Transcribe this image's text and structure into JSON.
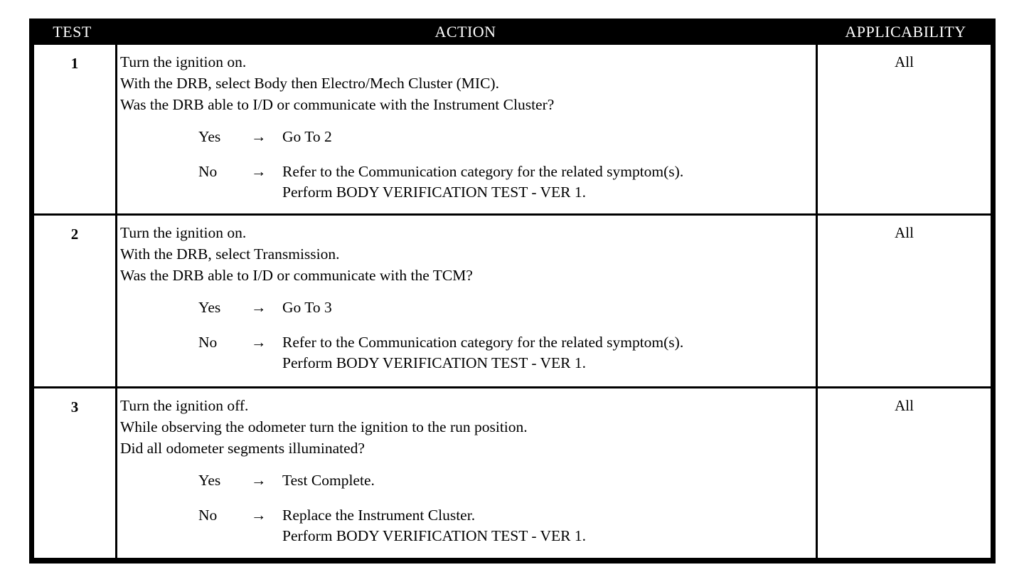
{
  "table": {
    "headers": {
      "test": "TEST",
      "action": "ACTION",
      "applicability": "APPLICABILITY"
    },
    "rows": [
      {
        "test": "1",
        "applicability": "All",
        "statements": [
          "Turn the ignition on.",
          "With the DRB, select Body then Electro/Mech Cluster (MIC).",
          "Was the DRB able to I/D or communicate with the Instrument Cluster?"
        ],
        "branches": [
          {
            "label": "Yes",
            "arrow": "→",
            "lines": [
              "Go To   2"
            ]
          },
          {
            "label": "No",
            "arrow": "→",
            "lines": [
              "Refer to the Communication category for the related symptom(s).",
              "Perform BODY VERIFICATION TEST - VER 1."
            ]
          }
        ]
      },
      {
        "test": "2",
        "applicability": "All",
        "statements": [
          "Turn the ignition on.",
          "With the DRB, select Transmission.",
          "Was the DRB able to I/D or communicate with the TCM?"
        ],
        "branches": [
          {
            "label": "Yes",
            "arrow": "→",
            "lines": [
              "Go To   3"
            ]
          },
          {
            "label": "No",
            "arrow": "→",
            "lines": [
              "Refer to the Communication category for the related symptom(s).",
              "Perform BODY VERIFICATION TEST - VER 1."
            ]
          }
        ]
      },
      {
        "test": "3",
        "applicability": "All",
        "statements": [
          "Turn the ignition off.",
          "While observing the odometer turn the ignition to the run position.",
          "Did all odometer segments illuminated?"
        ],
        "branches": [
          {
            "label": "Yes",
            "arrow": "→",
            "lines": [
              "Test Complete."
            ]
          },
          {
            "label": "No",
            "arrow": "→",
            "lines": [
              "Replace the Instrument Cluster.",
              "Perform BODY VERIFICATION TEST - VER 1."
            ]
          }
        ]
      }
    ]
  },
  "colors": {
    "header_background": "#000000",
    "header_text": "#ffffff",
    "body_background": "#ffffff",
    "body_text": "#000000",
    "border": "#000000"
  }
}
